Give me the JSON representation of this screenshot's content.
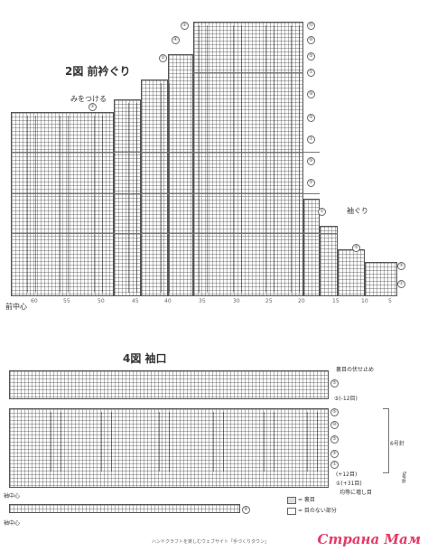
{
  "diagram2": {
    "title": "2図 前衿ぐり",
    "label_attach": "みをつける",
    "label_armhole": "袖ぐり",
    "label_center": "前中心",
    "top_markers": [
      "②",
      "④",
      "②"
    ],
    "bottom_numbers": [
      "60",
      "55",
      "50",
      "45",
      "40",
      "35",
      "30",
      "25",
      "20",
      "15",
      "10",
      "5"
    ]
  },
  "diagram4": {
    "title": "4図 袖口",
    "label_cast_off": "裏目の伏せ止め",
    "label_minus": "⑤(-12目)",
    "label_plus": "(+12目)",
    "label_plus31": "①(+31目)",
    "label_even_increase": "均等に増し目",
    "label_stitches_6": "6号針",
    "label_stitches_5": "5号針",
    "label_center_top": "袖中心",
    "label_center_bottom": "袖中心",
    "legend_purl": "= 裏目",
    "legend_blank": "= 目のない部分"
  },
  "footer": {
    "text": "ハンドクラフトを楽しむウェブサイト「手づくりタウン」"
  },
  "watermark": {
    "text": "Страна Мам"
  }
}
